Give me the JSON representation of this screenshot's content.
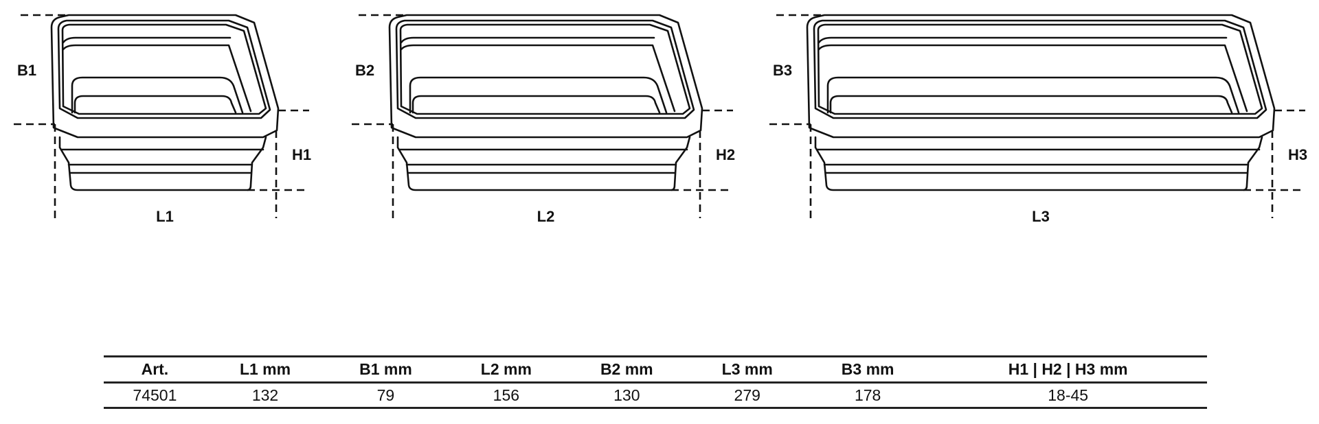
{
  "trays": [
    {
      "id": 1,
      "length_label": "L1",
      "width_label": "B1",
      "height_label": "H1"
    },
    {
      "id": 2,
      "length_label": "L2",
      "width_label": "B2",
      "height_label": "H2"
    },
    {
      "id": 3,
      "length_label": "L3",
      "width_label": "B3",
      "height_label": "H3"
    }
  ],
  "table": {
    "headers": [
      "Art.",
      "L1 mm",
      "B1 mm",
      "L2 mm",
      "B2 mm",
      "L3  mm",
      "B3  mm",
      "H1 | H2 | H3  mm"
    ],
    "rows": [
      [
        "74501",
        "132",
        "79",
        "156",
        "130",
        "279",
        "178",
        "18-45"
      ]
    ]
  }
}
